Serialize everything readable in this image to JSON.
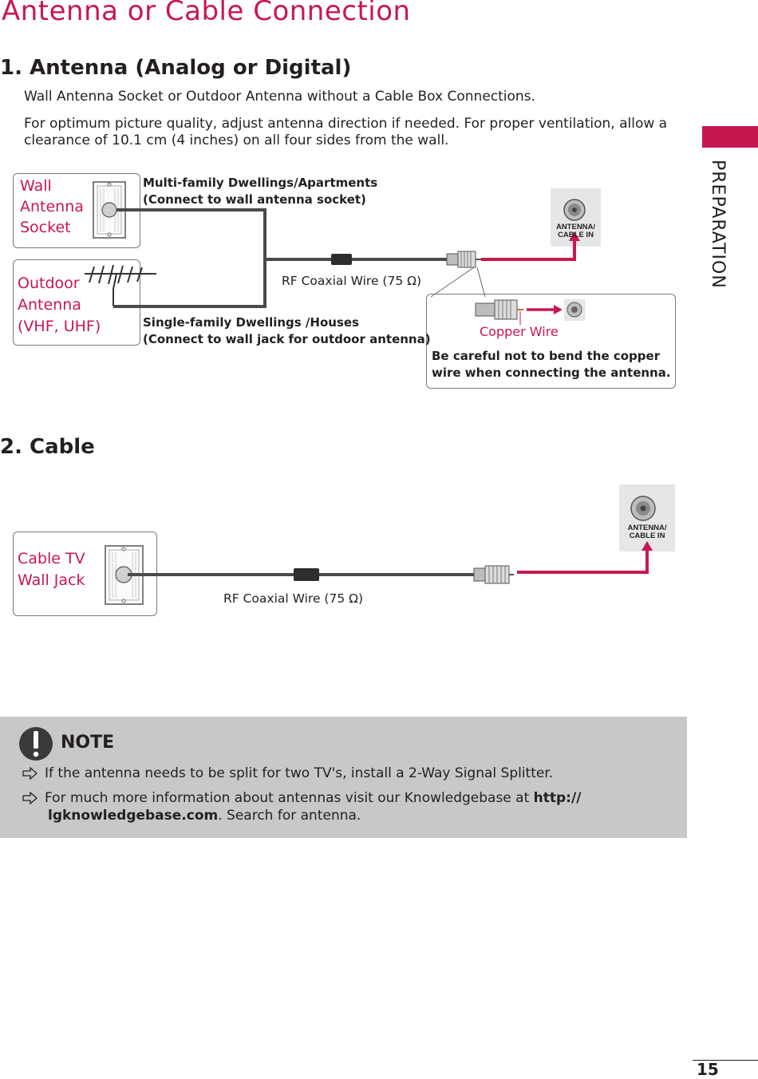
{
  "page": {
    "title": "Antenna or Cable Connection",
    "side_tab": "PREPARATION",
    "page_number": "15"
  },
  "section1": {
    "heading": "1. Antenna (Analog or Digital)",
    "intro": "Wall Antenna Socket or Outdoor Antenna without a Cable Box Connections.",
    "body": "For optimum picture quality, adjust antenna direction if needed. For proper ventilation, allow a clearance of 10.1 cm (4 inches) on all four sides from the wall.",
    "wall_socket_label": [
      "Wall",
      "Antenna",
      "Socket"
    ],
    "outdoor_label": [
      "Outdoor",
      "Antenna",
      "(VHF, UHF)"
    ],
    "multi_family_line1": "Multi-family Dwellings/Apartments",
    "multi_family_line2": "(Connect to wall antenna socket)",
    "single_family_line1": "Single-family Dwellings /Houses",
    "single_family_line2": "(Connect to wall jack for outdoor antenna)",
    "wire_label": "RF Coaxial Wire (75 Ω)",
    "port_label_line1": "ANTENNA/",
    "port_label_line2": "CABLE IN",
    "copper_label": "Copper Wire",
    "caution_line1": "Be careful not to bend the copper",
    "caution_line2": "wire when connecting the antenna."
  },
  "section2": {
    "heading": "2. Cable",
    "jack_label": [
      "Cable TV",
      "Wall Jack"
    ],
    "wire_label": "RF Coaxial Wire (75 Ω)",
    "port_label_line1": "ANTENNA/",
    "port_label_line2": "CABLE IN"
  },
  "note": {
    "title": "NOTE",
    "item1": "If the antenna needs to be split for two TV's, install a 2-Way Signal Splitter.",
    "item2_text": "For much more information about antennas visit our Knowledgebase at ",
    "item2_link_a": "http://",
    "item2_link_b": "lgknowledgebase.com",
    "item2_tail": ". Search for antenna."
  },
  "colors": {
    "accent": "#c8174e",
    "cable": "#4a4a4a",
    "note_bg": "#c8c8c8"
  }
}
